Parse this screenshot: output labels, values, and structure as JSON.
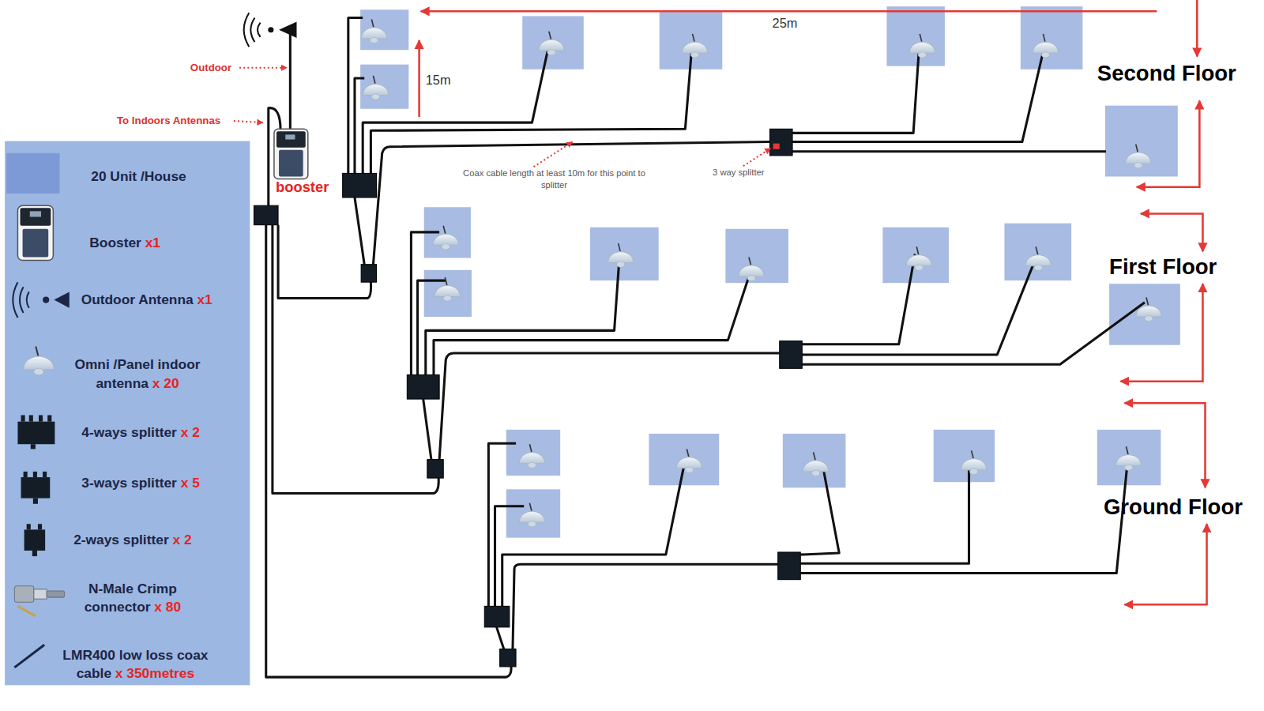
{
  "diagram": {
    "nodes": [
      {
        "text": [
          "booster"
        ]
      }
    ],
    "labels": [
      "Outdoor",
      "To Indoors Antennas",
      "25m",
      "15m",
      "Coax cable length at least 10m for this point to splitter",
      "3 way splitter",
      "Second Floor",
      "First Floor",
      "Ground Floor"
    ],
    "legend": [
      {
        "text": "20 Unit /House",
        "color": "#7d9ad6"
      },
      {
        "text": "Booster x1"
      },
      {
        "text": "Outdoor Antenna x1"
      },
      {
        "text": "Omni /Panel indoor antenna x 20"
      },
      {
        "text": "4-ways splitter x 2"
      },
      {
        "text": "3-ways splitter x 5"
      },
      {
        "text": "2-ways splitter x 2"
      },
      {
        "text": "N-Male Crimp connector x 80"
      },
      {
        "text": "LMR400 low loss coax cable x 350metres"
      }
    ]
  }
}
